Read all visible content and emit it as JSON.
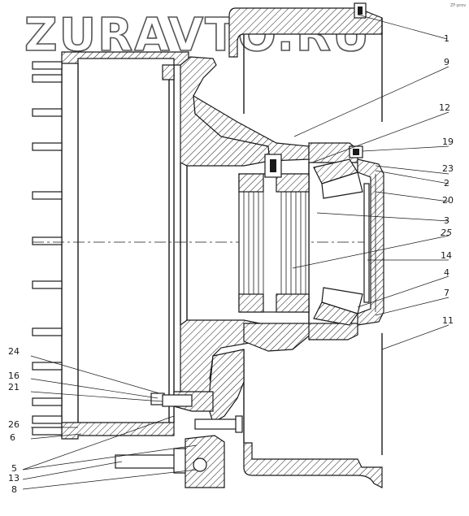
{
  "watermark": "ZURAVTO.RU",
  "corner_mark": "ZF-prov",
  "callouts": [
    {
      "id": "c1",
      "label": "1"
    },
    {
      "id": "c9",
      "label": "9"
    },
    {
      "id": "c12",
      "label": "12"
    },
    {
      "id": "c19",
      "label": "19"
    },
    {
      "id": "c23",
      "label": "23"
    },
    {
      "id": "c2",
      "label": "2"
    },
    {
      "id": "c20",
      "label": "20"
    },
    {
      "id": "c3",
      "label": "3"
    },
    {
      "id": "c25",
      "label": "25"
    },
    {
      "id": "c14",
      "label": "14"
    },
    {
      "id": "c4",
      "label": "4"
    },
    {
      "id": "c7",
      "label": "7"
    },
    {
      "id": "c11",
      "label": "11"
    },
    {
      "id": "c24",
      "label": "24"
    },
    {
      "id": "c16",
      "label": "16"
    },
    {
      "id": "c21",
      "label": "21"
    },
    {
      "id": "c26",
      "label": "26"
    },
    {
      "id": "c6",
      "label": "6"
    },
    {
      "id": "c5",
      "label": "5"
    },
    {
      "id": "c13",
      "label": "13"
    },
    {
      "id": "c8",
      "label": "8"
    }
  ]
}
